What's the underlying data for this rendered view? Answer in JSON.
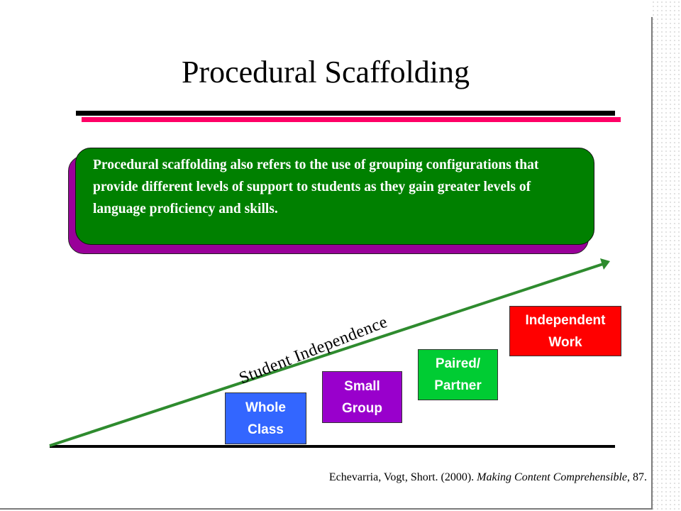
{
  "title": "Procedural Scaffolding",
  "callout": {
    "text": "Procedural scaffolding also refers to the use of grouping configurations that provide different levels of support to students as they gain greater levels of language proficiency and skills."
  },
  "axis_label": "Student Independence",
  "steps": [
    {
      "label": "Whole\nClass",
      "color": "#3366ff"
    },
    {
      "label": "Small\nGroup",
      "color": "#9900cc"
    },
    {
      "label": "Paired/\nPartner",
      "color": "#00cc33"
    },
    {
      "label": "Independent\nWork",
      "color": "#ff0000"
    }
  ],
  "colors": {
    "arrow": "#2e8b2e",
    "callout_fill": "#008000",
    "callout_shadow": "#990099",
    "accent_rule": "#ff0066"
  },
  "citation": {
    "authors": "Echevarria, Vogt, Short. (2000). ",
    "book": "Making Content Comprehensible",
    "page": ", 87."
  }
}
